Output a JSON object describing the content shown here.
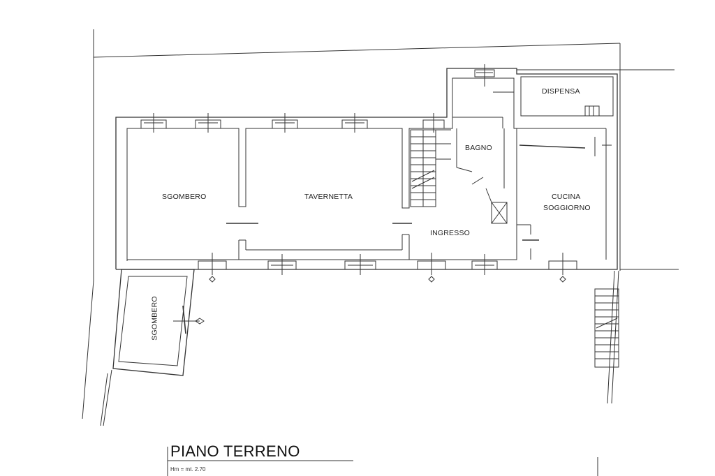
{
  "plan": {
    "title": "PIANO TERRENO",
    "subtitle": "Hm = mt. 2.70",
    "rooms": {
      "sgombero_main": "SGOMBERO",
      "tavernetta": "TAVERNETTA",
      "bagno": "BAGNO",
      "dispensa": "DISPENSA",
      "cucina_line1": "CUCINA",
      "cucina_line2": "SOGGIORNO",
      "ingresso": "INGRESSO",
      "sgombero_annex": "SGOMBERO"
    }
  }
}
